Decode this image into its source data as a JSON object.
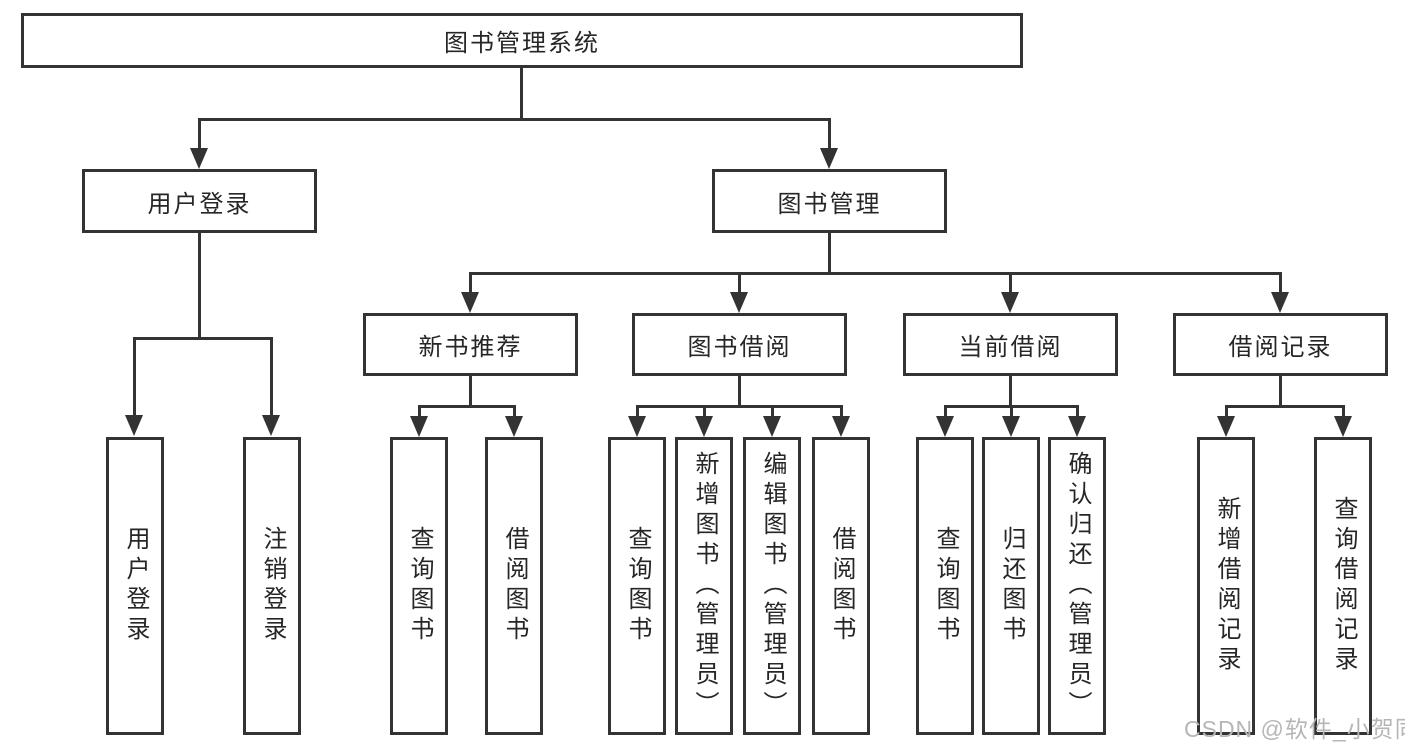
{
  "tree": {
    "label": "图书管理系统",
    "children": [
      {
        "label": "用户登录",
        "children": [
          {
            "label": "用户登录"
          },
          {
            "label": "注销登录"
          }
        ]
      },
      {
        "label": "图书管理",
        "children": [
          {
            "label": "新书推荐",
            "children": [
              {
                "label": "查询图书"
              },
              {
                "label": "借阅图书"
              }
            ]
          },
          {
            "label": "图书借阅",
            "children": [
              {
                "label": "查询图书"
              },
              {
                "label": "新增图书（管理员）"
              },
              {
                "label": "编辑图书（管理员）"
              },
              {
                "label": "借阅图书"
              }
            ]
          },
          {
            "label": "当前借阅",
            "children": [
              {
                "label": "查询图书"
              },
              {
                "label": "归还图书"
              },
              {
                "label": "确认归还（管理员）"
              }
            ]
          },
          {
            "label": "借阅记录",
            "children": [
              {
                "label": "新增借阅记录"
              },
              {
                "label": "查询借阅记录"
              }
            ]
          }
        ]
      }
    ]
  },
  "watermark": {
    "text": "CSDN @软件_小贺同学",
    "color": "#b6b6b6"
  },
  "colors": {
    "line": "#333333",
    "box_border": "#333333",
    "text": "#262626",
    "background": "#ffffff"
  }
}
